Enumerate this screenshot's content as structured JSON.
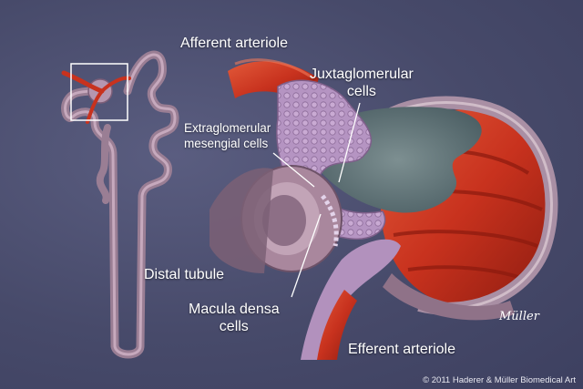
{
  "labels": {
    "afferent_arteriole": "Afferent arteriole",
    "juxtaglomerular": "Juxtaglomerular\ncells",
    "extraglomerular": "Extraglomerular\nmesengial cells",
    "distal_tubule": "Distal tubule",
    "macula_densa": "Macula densa\ncells",
    "efferent_arteriole": "Efferent arteriole"
  },
  "signature": "Müller",
  "copyright": "© 2011 Haderer & Müller Biomedical Art",
  "colors": {
    "background": "#4a4d6e",
    "artery_red": "#c8321e",
    "tubule_mauve": "#a9879d",
    "cell_lilac": "#b897c4",
    "lumen_slate": "#5f7479"
  }
}
